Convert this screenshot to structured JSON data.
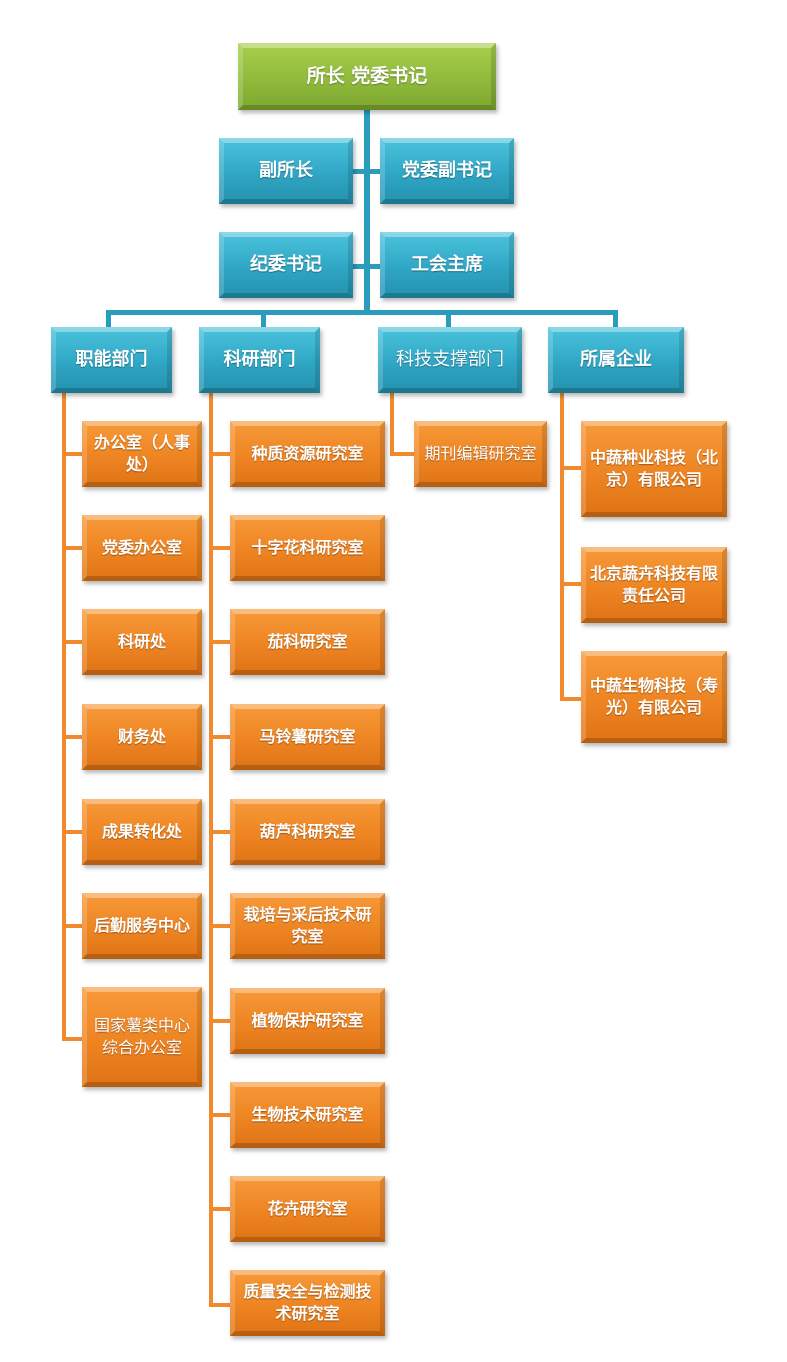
{
  "top": {
    "label": "所长  党委书记",
    "color": "#8db83a"
  },
  "leaders": [
    {
      "label": "副所长"
    },
    {
      "label": "党委副书记"
    },
    {
      "label": "纪委书记"
    },
    {
      "label": "工会主席"
    }
  ],
  "departments": [
    {
      "label": "职能部门",
      "children": [
        "办公室（人事处）",
        "党委办公室",
        "科研处",
        "财务处",
        "成果转化处",
        "后勤服务中心",
        "国家薯类中心综合办公室"
      ]
    },
    {
      "label": "科研部门",
      "children": [
        "种质资源研究室",
        "十字花科研究室",
        "茄科研究室",
        "马铃薯研究室",
        "葫芦科研究室",
        "栽培与采后技术研究室",
        "植物保护研究室",
        "生物技术研究室",
        "花卉研究室",
        "质量安全与检测技术研究室"
      ]
    },
    {
      "label": "科技支撑部门",
      "children": [
        "期刊编辑研究室"
      ]
    },
    {
      "label": "所属企业",
      "children": [
        "中蔬种业科技（北京）有限公司",
        "北京蔬卉科技有限责任公司",
        "中蔬生物科技（寿光）有限公司"
      ]
    }
  ],
  "colors": {
    "leader_box": "#2fa6c4",
    "unit_box": "#ee8422",
    "connector_blue": "#2a9dbd",
    "connector_orange": "#f08a2c"
  }
}
